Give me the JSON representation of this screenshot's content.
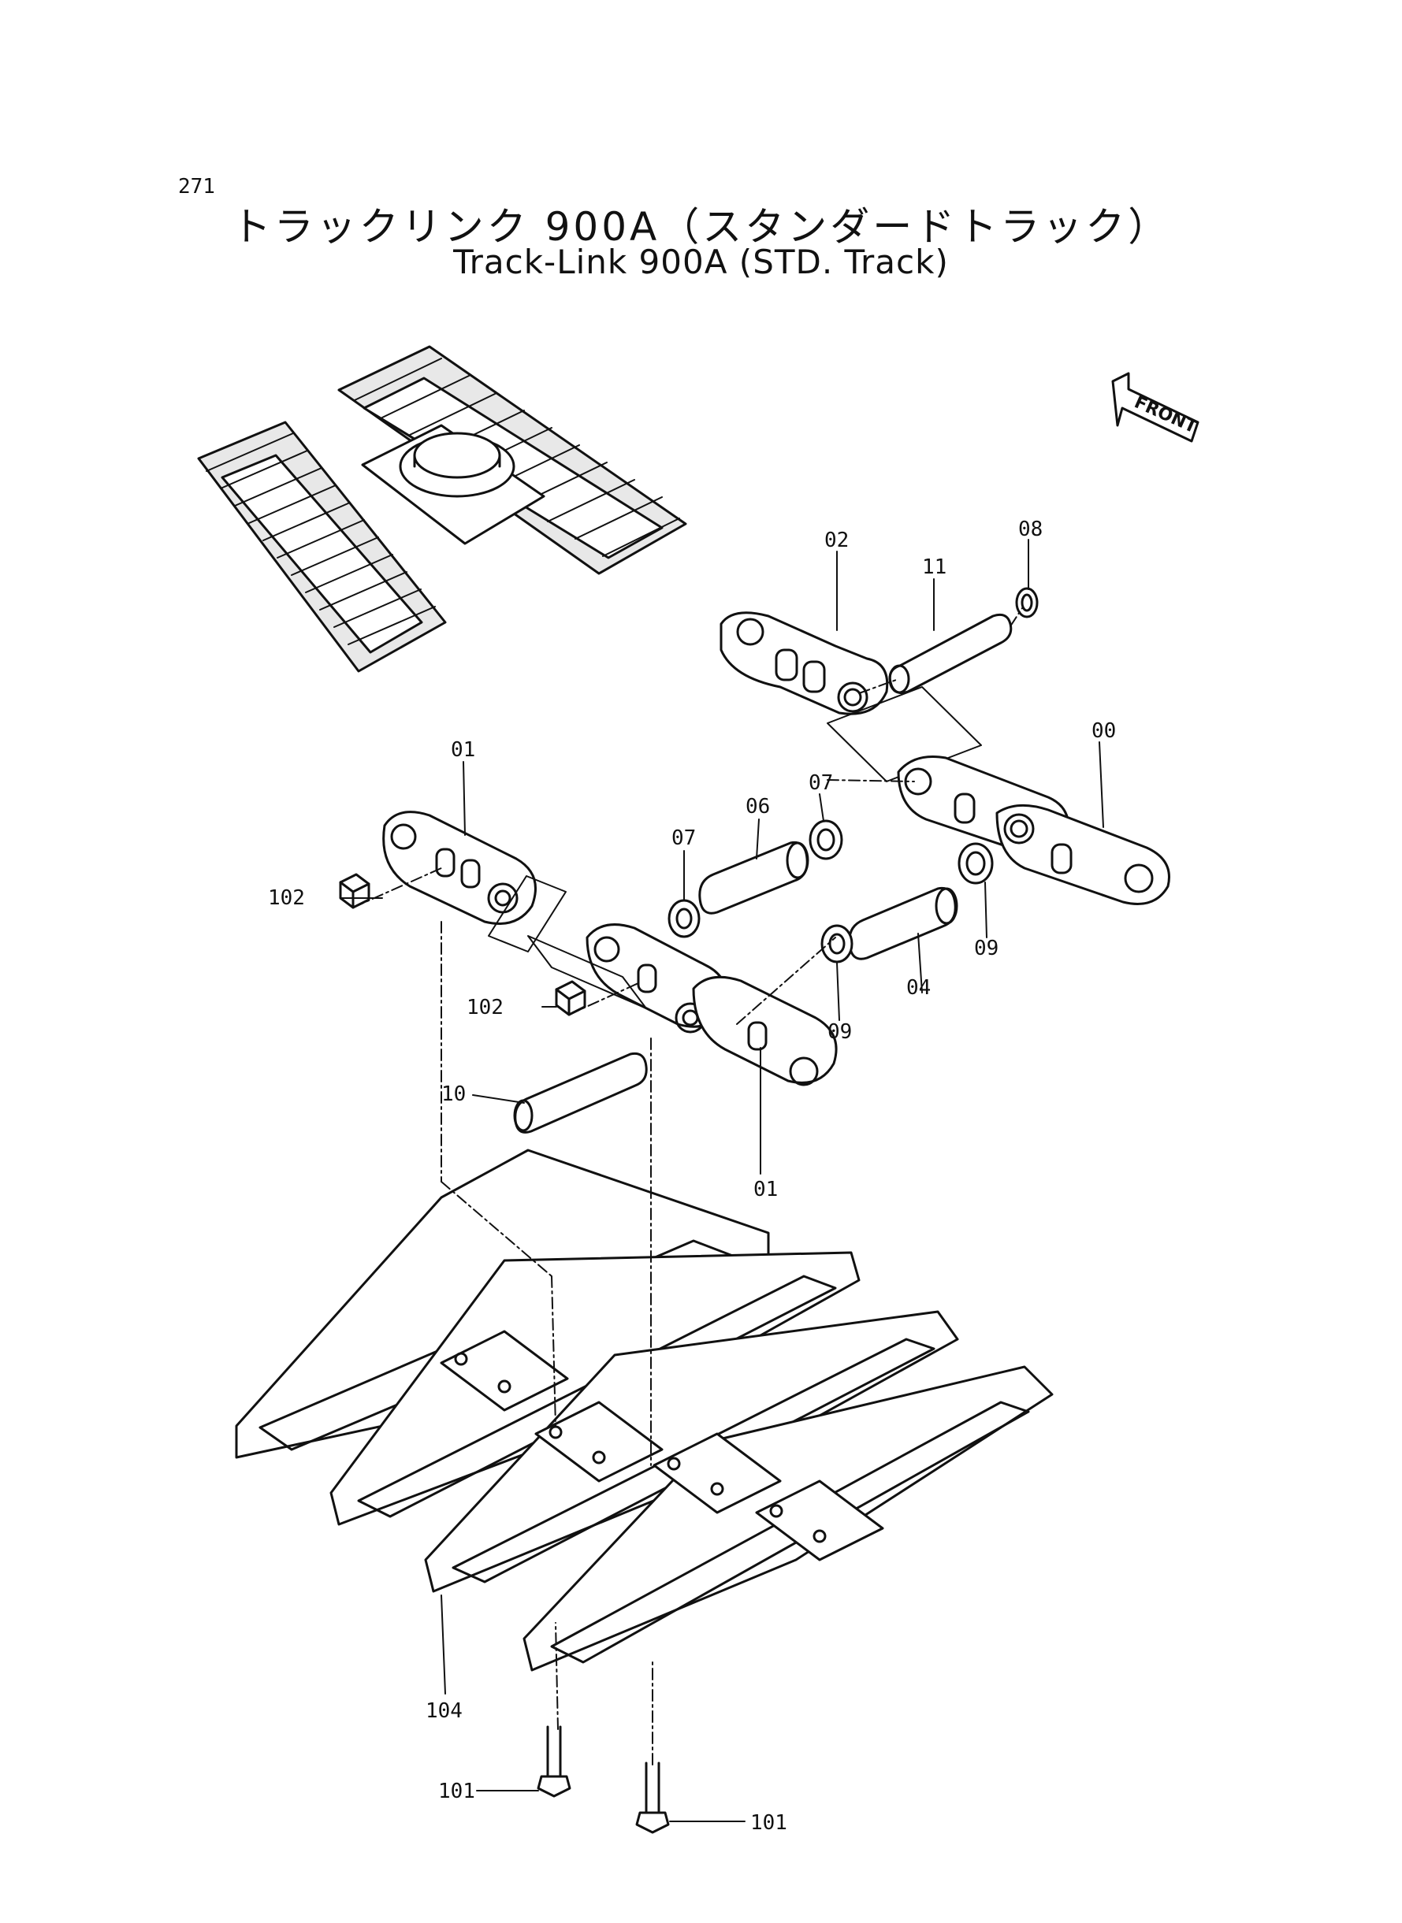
{
  "header": {
    "page_number": "271",
    "title_jp": "トラックリンク 900A（スタンダードトラック）",
    "title_en": "Track-Link 900A (STD. Track)"
  },
  "front_indicator": "FRONT",
  "callouts": {
    "c00": "00",
    "c01_top": "01",
    "c01_bottom": "01",
    "c02": "02",
    "c04": "04",
    "c06": "06",
    "c07_left": "07",
    "c07_right": "07",
    "c08": "08",
    "c09_left": "09",
    "c09_right": "09",
    "c10": "10",
    "c11": "11",
    "c101_left": "101",
    "c101_right": "101",
    "c102_top": "102",
    "c102_mid": "102",
    "c104": "104"
  }
}
